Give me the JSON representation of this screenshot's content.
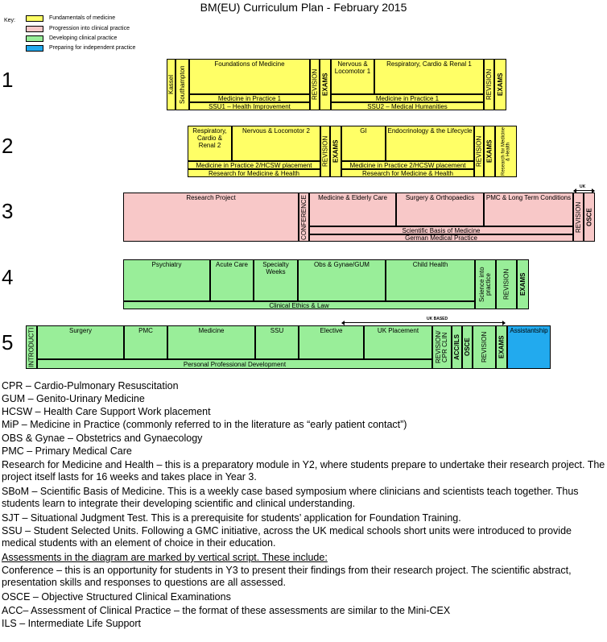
{
  "title": "BM(EU) Curriculum Plan - February 2015",
  "key": {
    "label": "Key:",
    "items": [
      {
        "text": "Fundamentals of medicine",
        "color": "#ffff66"
      },
      {
        "text": "Progression into clinical practice",
        "color": "#f8c8c8"
      },
      {
        "text": "Developing clinical practice",
        "color": "#99ee99"
      },
      {
        "text": "Preparing for independent practice",
        "color": "#22aaee"
      }
    ]
  },
  "years": [
    "1",
    "2",
    "3",
    "4",
    "5"
  ],
  "y1": {
    "kassel": "Kassel",
    "southampton": "Southampton",
    "foundations": "Foundations of Medicine",
    "mip1a": "Medicine in Practice 1",
    "ssu1": "SSU1 – Health Improvement",
    "revision": "REVISION",
    "exams": "EXAMS",
    "nervous": "Nervous & Locomotor 1",
    "resp": "Respiratory, Cardio  & Renal 1",
    "mip1b": "Medicine in Practice 1",
    "ssu2": "SSU2 – Medical Humanities"
  },
  "y2": {
    "resp": "Respiratory, Cardio & Renal 2",
    "nervous": "Nervous & Locomotor 2",
    "mip2a": "Medicine in Practice 2/HCSW placement",
    "rmh_a": "Research for Medicine & Health",
    "revision": "REVISION",
    "exams": "EXAMS",
    "gi": "GI",
    "endo": "Endocrinology & the Lifecycle",
    "mip2b": "Medicine in Practice 2/HCSW placement",
    "rmh_b": "Research for Medicine & Health",
    "research": "Research for Medicine & Health"
  },
  "y3": {
    "project": "Research Project",
    "conference": "CONFERENCE",
    "elderly": "Medicine & Elderly Care",
    "surgery": "Surgery & Orthopaedics",
    "pmc": "PMC & Long Term Conditions",
    "sbom": "Scientific Basis of Medicine",
    "german": "German Medical Practice",
    "revision": "REVISION",
    "osce": "OSCE",
    "uk": "UK"
  },
  "y4": {
    "psychiatry": "Psychiatry",
    "acute": "Acute Care",
    "specialty": "Specialty Weeks",
    "obs": "Obs & Gynae/GUM",
    "child": "Child  Health",
    "ethics": "Clinical Ethics & Law",
    "science": "Science into practice",
    "revision": "REVISION",
    "exams": "EXAMS"
  },
  "y5": {
    "intro": "INTRODUCTI",
    "surgery": "Surgery",
    "pmc": "PMC",
    "medicine": "Medicine",
    "ssu": "SSU",
    "elective": "Elective",
    "ukplacement": "UK Placement",
    "ppd": "Personal Professional Development",
    "revcpr": "REVISION/ CPR CLIN",
    "acc": "ACC/ILS",
    "osce": "OSCE",
    "revision": "REVISION",
    "exams": "EXAMS",
    "assist": "Assistantship",
    "ukbased": "UK BASED"
  },
  "glossary": [
    "CPR – Cardio-Pulmonary Resuscitation",
    "GUM – Genito-Urinary Medicine",
    "HCSW – Health Care Support Work placement",
    "MiP – Medicine in Practice (commonly referred to in the literature as “early patient contact”)",
    "OBS & Gynae – Obstetrics and Gynaecology",
    "PMC – Primary Medical Care",
    "Research for Medicine and Health – this is a preparatory module in Y2, where students prepare to undertake their research project. The project itself lasts for 16 weeks and takes place in Year 3.",
    "SBoM – Scientific Basis of Medicine. This is a weekly case based symposium where clinicians and scientists teach together. Thus students learn to integrate their developing scientific and clinical understanding.",
    "SJT – Situational Judgment Test. This is a prerequisite for students’ application for Foundation Training.",
    "SSU – Student Selected Units. Following a GMC initiative, across the UK medical schools short units were introduced to provide medical students with an element of choice in their education.",
    "Assessments in the diagram are marked by vertical script. These include:",
    "Conference – this is an opportunity for students in Y3 to present their findings from their research project. The scientific abstract, presentation skills and responses to questions are all assessed.",
    "OSCE – Objective Structured Clinical Examinations",
    "ACC– Assessment of Clinical Practice – the format of these assessments are similar to the Mini-CEX",
    "ILS – Intermediate Life Support"
  ]
}
